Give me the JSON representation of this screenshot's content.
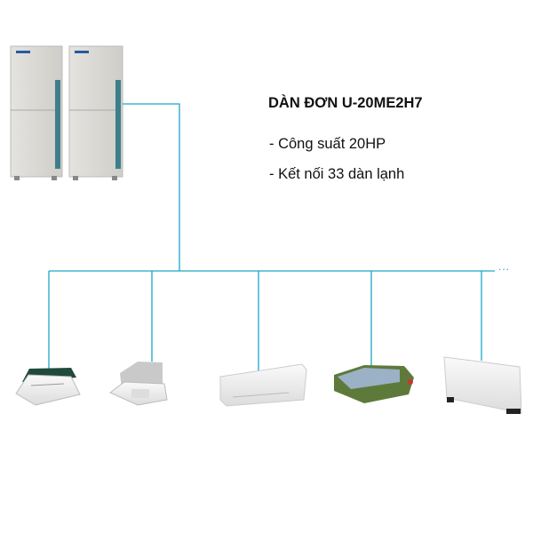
{
  "diagram": {
    "title": "DÀN ĐƠN U-20ME2H7",
    "bullets": [
      "- Công suất 20HP",
      "- Kết nối 33 dàn lạnh"
    ],
    "continuation": "...",
    "line_color": "#1aa7c8",
    "outdoor_units": [
      "outdoor-unit",
      "outdoor-unit"
    ],
    "indoor_units": [
      "ceiling-cassette-1-way",
      "ceiling-cassette-4-way",
      "wall-mounted",
      "ducted",
      "floor-standing"
    ]
  }
}
